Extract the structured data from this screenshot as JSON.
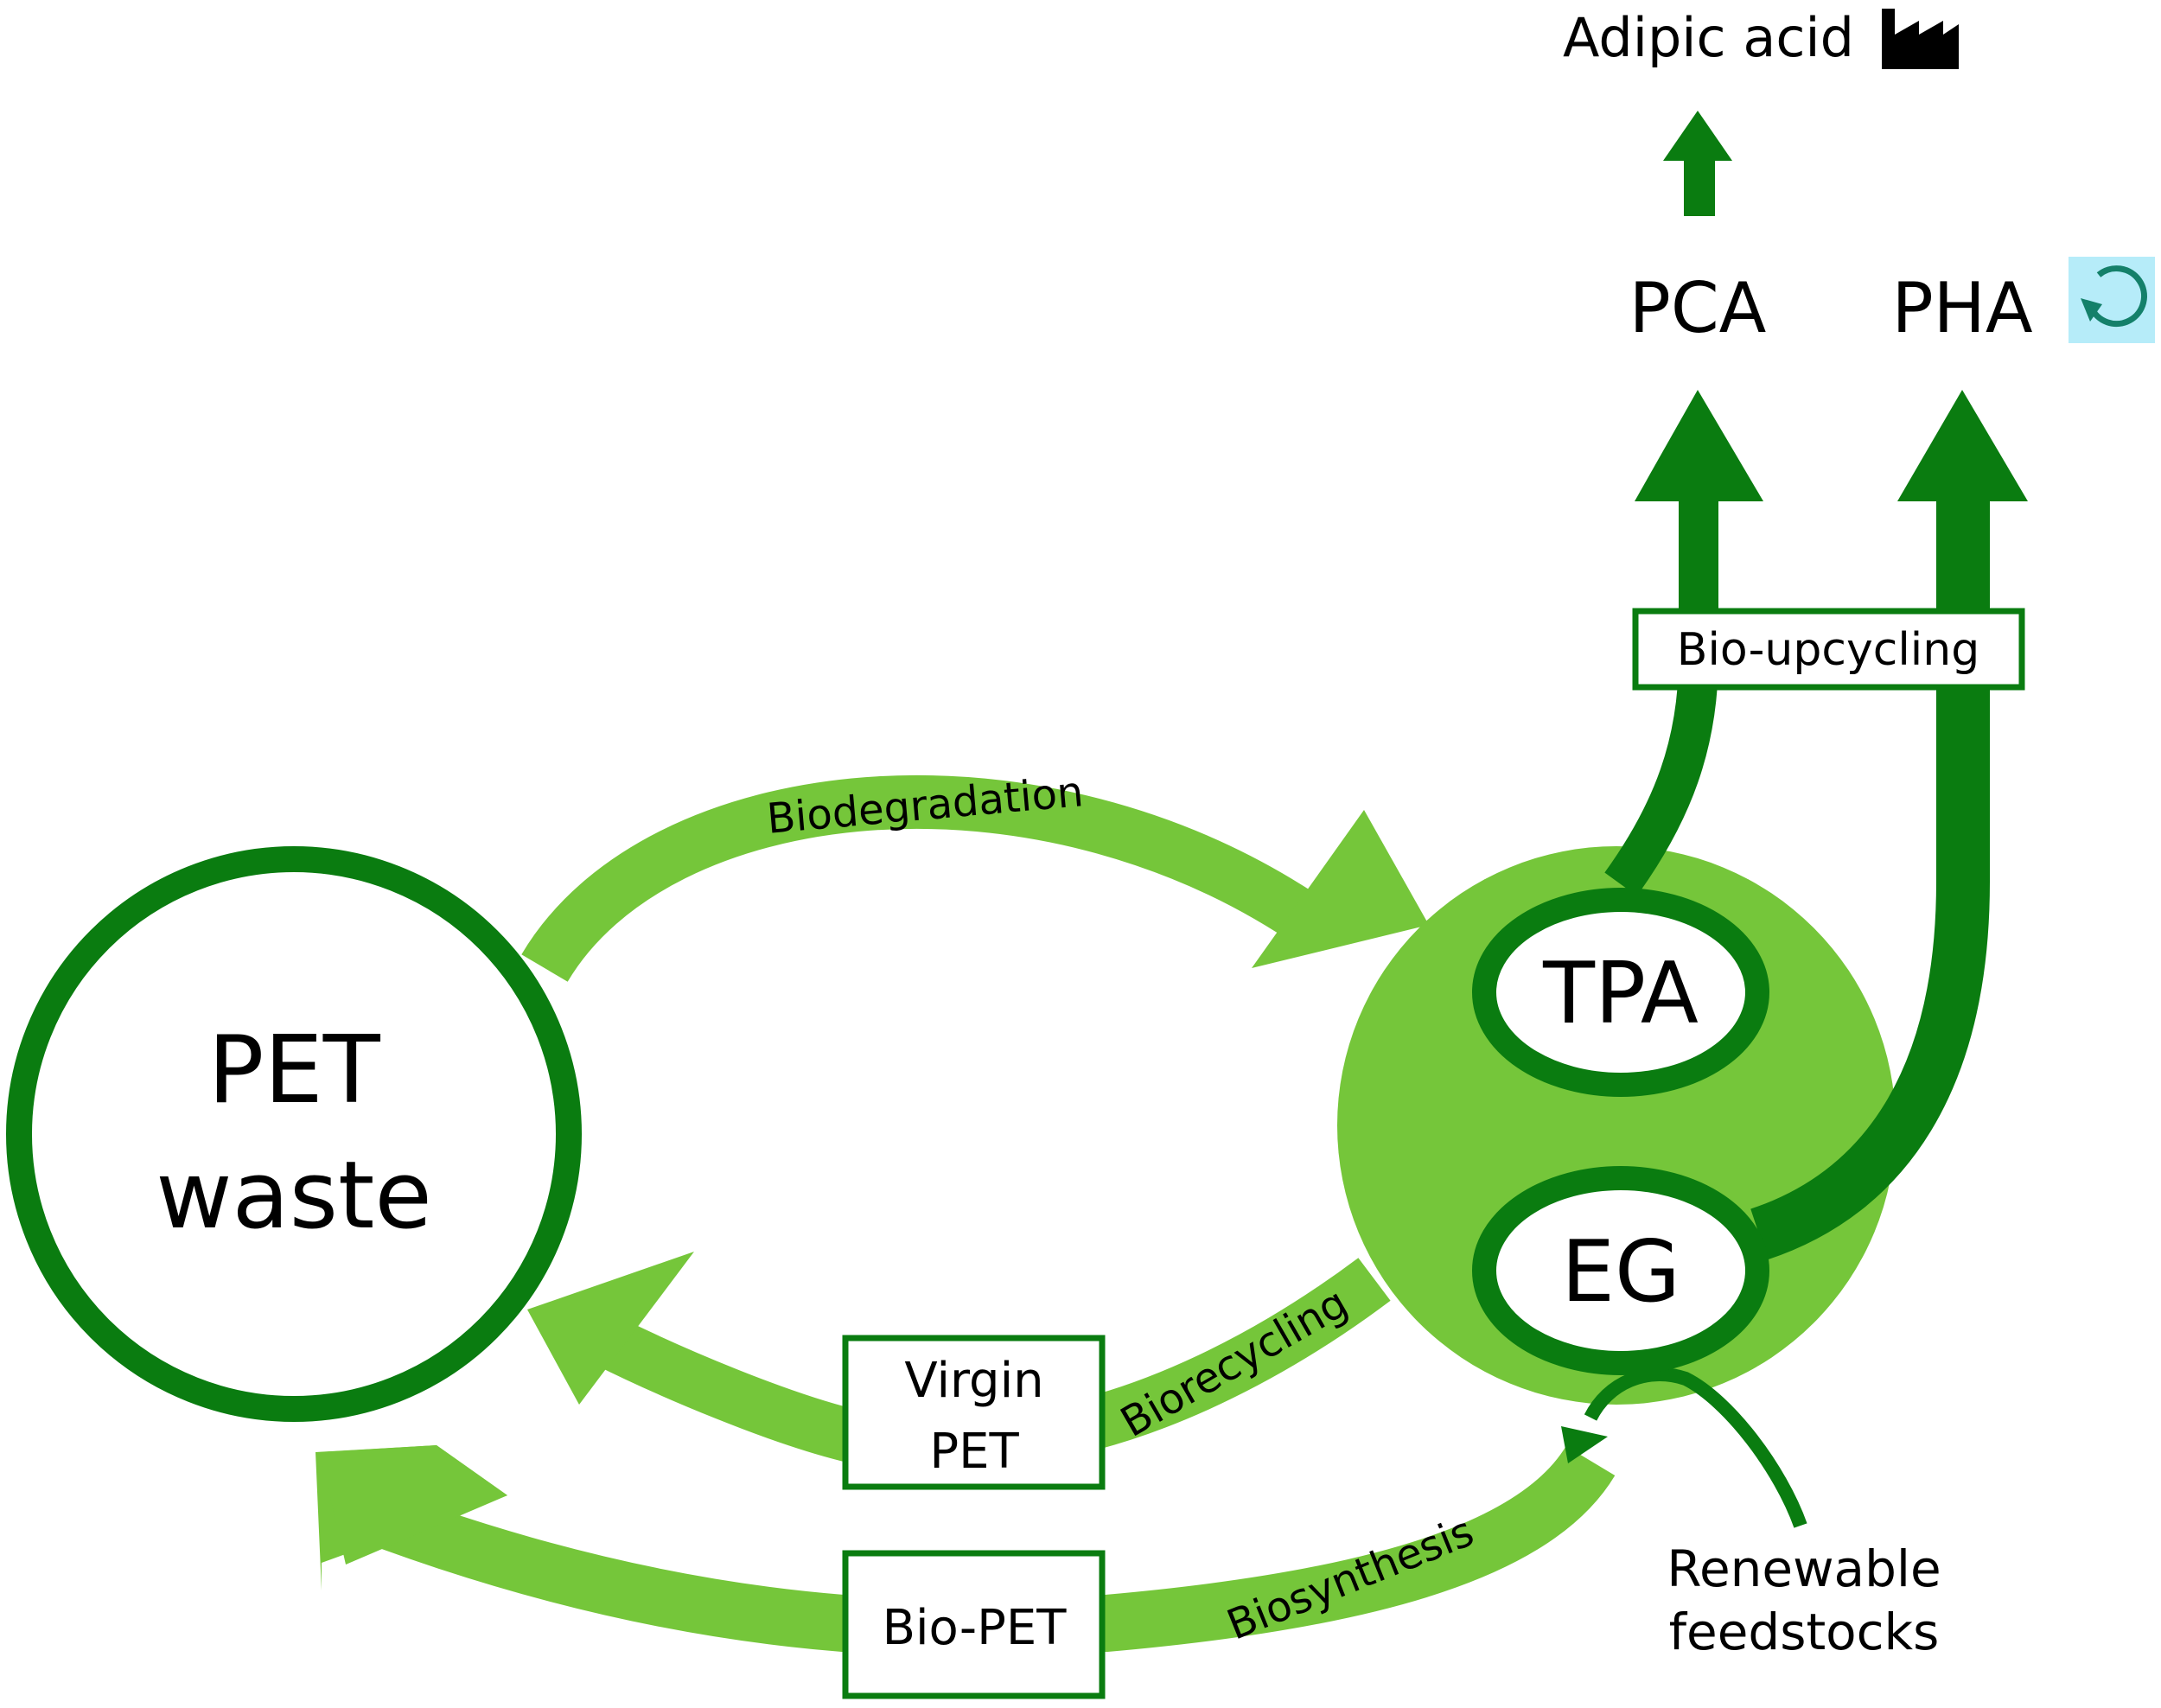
{
  "nodes": {
    "pet_waste_line1": "PET",
    "pet_waste_line2": "waste",
    "tpa": "TPA",
    "eg": "EG"
  },
  "products": {
    "pca": "PCA",
    "pha": "PHA",
    "adipic_acid": "Adipic acid"
  },
  "process_labels": {
    "biodegradation": "Biodegradation",
    "biorecycling": "Biorecycling",
    "biosynthesis": "Biosynthesis",
    "bio_upcycling": "Bio-upcycling"
  },
  "boxes": {
    "virgin_pet_line1": "Virgin",
    "virgin_pet_line2": "PET",
    "bio_pet": "Bio-PET"
  },
  "feedstock": {
    "line1": "Renewable",
    "line2": "feedstocks"
  },
  "icons": {
    "factory": "factory-icon",
    "recycle": "recycle-icon"
  },
  "colors": {
    "light_green": "#75c63a",
    "dark_green": "#0a7c10",
    "recycle_bg": "#b6ecf9",
    "recycle_fg": "#14806a"
  }
}
